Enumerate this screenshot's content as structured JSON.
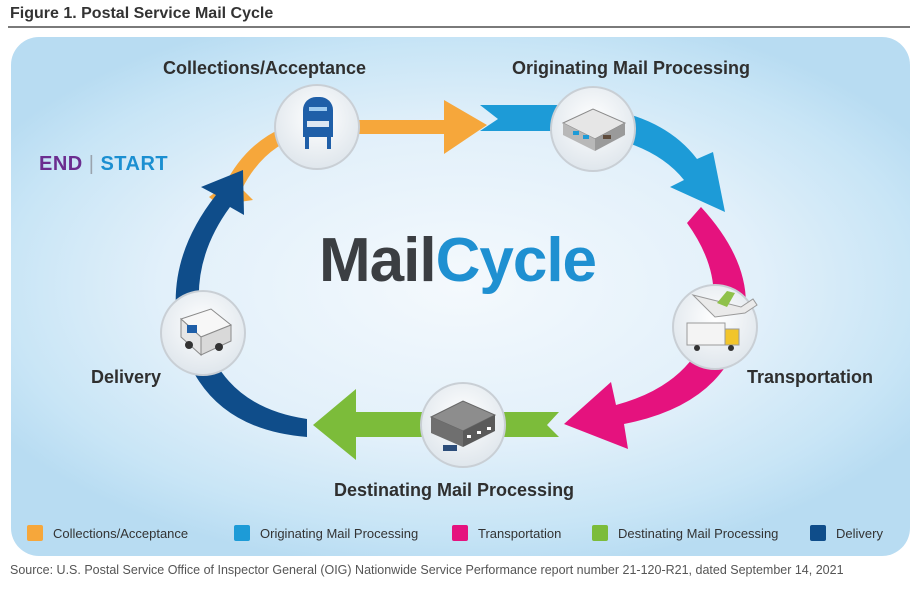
{
  "figure_title": "Figure 1. Postal Service Mail Cycle",
  "brand": {
    "part1": "Mail",
    "part2": "Cycle"
  },
  "end_start": {
    "end": "END",
    "separator": "|",
    "start": "START"
  },
  "stages": [
    {
      "label": "Collections/Acceptance",
      "color": "#f6a73b",
      "icon": "mailbox-icon"
    },
    {
      "label": "Originating Mail Processing",
      "color": "#1d9bd7",
      "icon": "processing-plant-icon"
    },
    {
      "label": "Transportation",
      "color": "#e5127e",
      "icon": "truck-airplane-icon"
    },
    {
      "label": "Destinating Mail Processing",
      "color": "#7cbc3a",
      "icon": "distribution-facility-icon"
    },
    {
      "label": "Delivery",
      "color": "#0f4d8a",
      "icon": "delivery-truck-icon"
    }
  ],
  "legend": [
    {
      "label": "Collections/Acceptance",
      "color": "#f6a73b"
    },
    {
      "label": "Originating Mail Processing",
      "color": "#1d9bd7"
    },
    {
      "label": "Transportation",
      "color": "#e5127e"
    },
    {
      "label": "Destinating Mail Processing",
      "color": "#7cbc3a"
    },
    {
      "label": "Delivery",
      "color": "#0f4d8a"
    }
  ],
  "source": "Source: U.S. Postal Service Office of Inspector General (OIG) Nationwide Service Performance report number 21-120-R21, dated September 14, 2021"
}
